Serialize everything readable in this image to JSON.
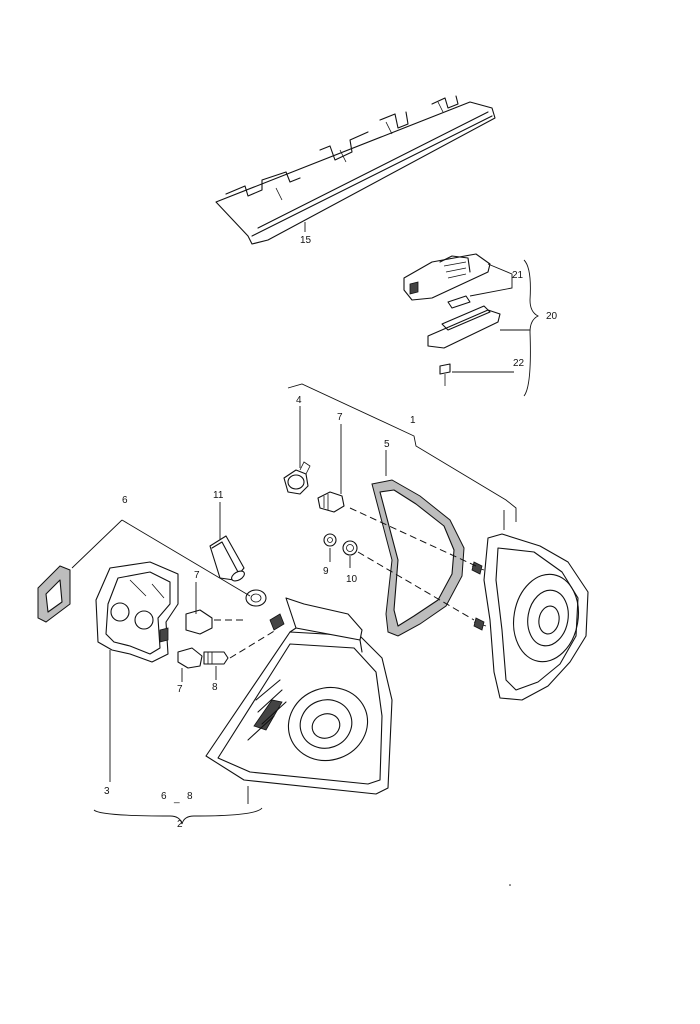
{
  "callouts": {
    "c1": "1",
    "c2": "2",
    "c3": "3",
    "c4": "4",
    "c5": "5",
    "c6a": "6",
    "c6b": "6",
    "c7a": "7",
    "c7b": "7",
    "c7c": "7",
    "c8a": "8",
    "c8b": "8",
    "c9": "9",
    "c10": "10",
    "c11": "11",
    "c15": "15",
    "c20": "20",
    "c21": "21",
    "c22": "22",
    "range_dash": "_"
  }
}
